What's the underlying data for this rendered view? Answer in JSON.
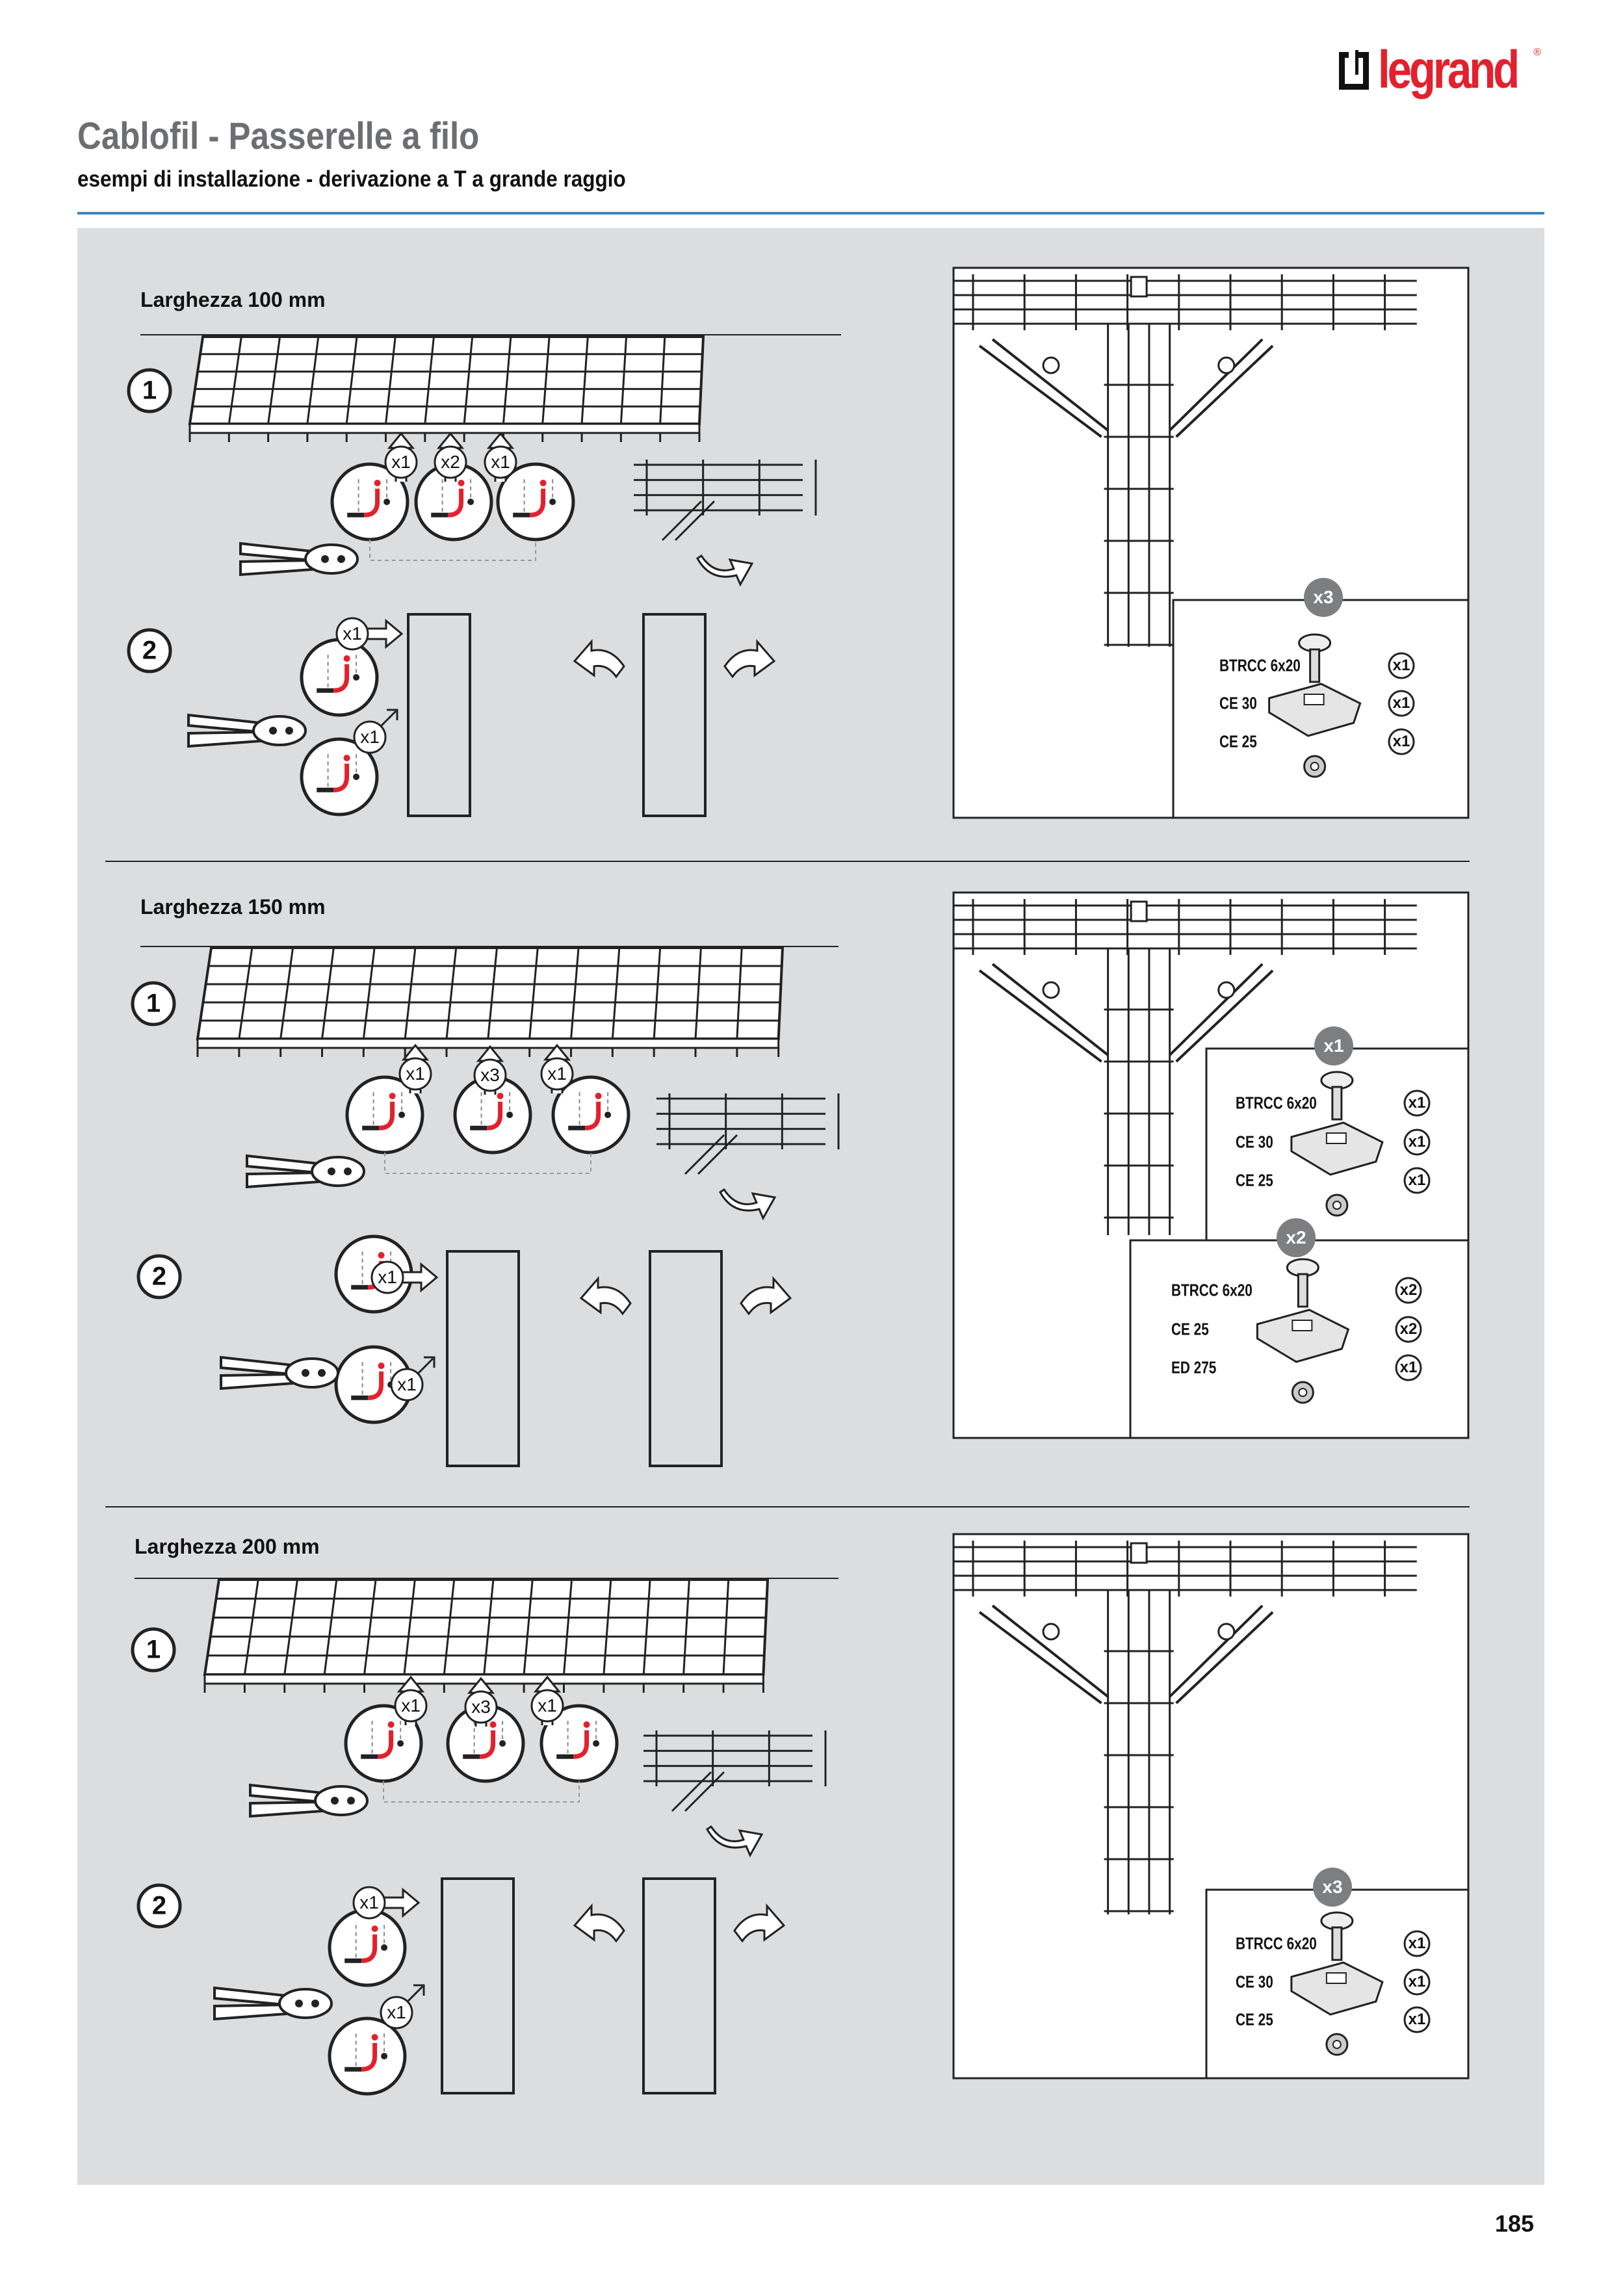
{
  "header": {
    "brand": "legrand",
    "title": "Cablofil - Passerelle a filo",
    "subtitle": "esempi di installazione - derivazione a T a grande raggio"
  },
  "sections": [
    {
      "label": "Larghezza 100 mm",
      "steps": [
        "1",
        "2"
      ],
      "step1_badges": [
        "x1",
        "x2",
        "x1"
      ],
      "step2_badges": [
        "x1",
        "x1"
      ],
      "part_groups": [
        {
          "count": "x3",
          "parts": [
            {
              "name": "BTRCC 6x20",
              "qty": "x1"
            },
            {
              "name": "CE 30",
              "qty": "x1"
            },
            {
              "name": "CE 25",
              "qty": "x1"
            }
          ]
        }
      ]
    },
    {
      "label": "Larghezza 150 mm",
      "steps": [
        "1",
        "2"
      ],
      "step1_badges": [
        "x1",
        "x3",
        "x1"
      ],
      "step2_badges": [
        "x1",
        "x1"
      ],
      "part_groups": [
        {
          "count": "x1",
          "parts": [
            {
              "name": "BTRCC 6x20",
              "qty": "x1"
            },
            {
              "name": "CE 30",
              "qty": "x1"
            },
            {
              "name": "CE 25",
              "qty": "x1"
            }
          ]
        },
        {
          "count": "x2",
          "parts": [
            {
              "name": "BTRCC 6x20",
              "qty": "x2"
            },
            {
              "name": "CE 25",
              "qty": "x2"
            },
            {
              "name": "ED 275",
              "qty": "x1"
            }
          ]
        }
      ]
    },
    {
      "label": "Larghezza 200 mm",
      "steps": [
        "1",
        "2"
      ],
      "step1_badges": [
        "x1",
        "x3",
        "x1"
      ],
      "step2_badges": [
        "x1",
        "x1"
      ],
      "part_groups": [
        {
          "count": "x3",
          "parts": [
            {
              "name": "BTRCC 6x20",
              "qty": "x1"
            },
            {
              "name": "CE 30",
              "qty": "x1"
            },
            {
              "name": "CE 25",
              "qty": "x1"
            }
          ]
        }
      ]
    }
  ],
  "footer": {
    "page_number": "185"
  },
  "colors": {
    "accent_rule": "#3f83bf",
    "brand_red": "#e4202c",
    "panel": "#dcdddf",
    "cut_mark": "#e4202c",
    "title_gray": "#6d6e71"
  }
}
